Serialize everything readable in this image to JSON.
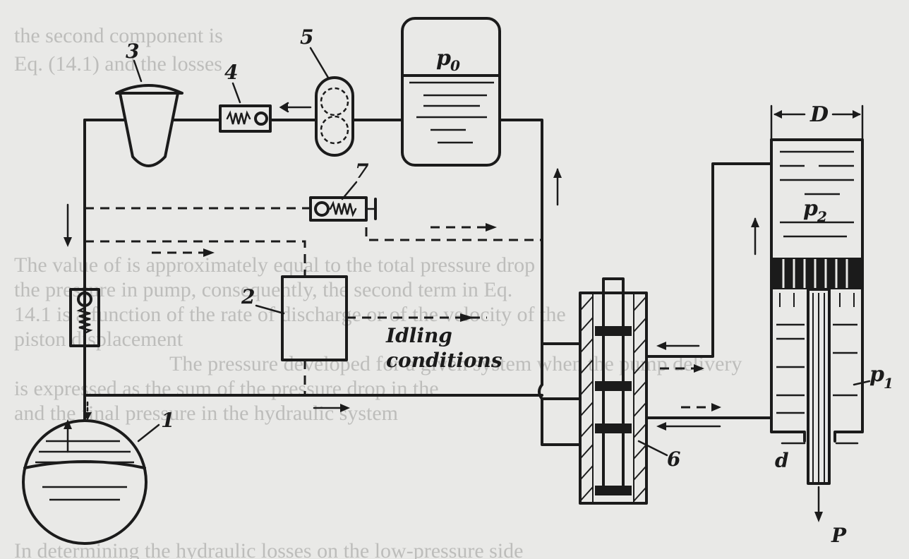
{
  "labels": {
    "pump": "1",
    "control": "2",
    "filter": "3",
    "check_valve": "4",
    "gear_pump": "5",
    "distributor": "6",
    "relief_valve": "7",
    "p0": "p",
    "p0_sub": "0",
    "p1": "p",
    "p1_sub": "1",
    "p2": "p",
    "p2_sub": "2",
    "D": "D",
    "d": "d",
    "P": "P"
  },
  "annotation": {
    "line1": "Idling",
    "line2": "conditions"
  },
  "background_text": [
    "the second component is",
    "Eq. (14.1) and the losses",
    "The value of is approximately equal to the total pressure drop",
    "the pressure in pump, consequently, the second term in Eq.",
    "14.1 is a function of the rate of discharge or of the velocity of the",
    "piston displacement",
    "The pressure developed for a given system when the pump delivery",
    "is expressed as the sum of the pressure drop in the",
    "and the final pressure in the hydraulic system",
    "In determining the hydraulic losses on the low-pressure side"
  ]
}
